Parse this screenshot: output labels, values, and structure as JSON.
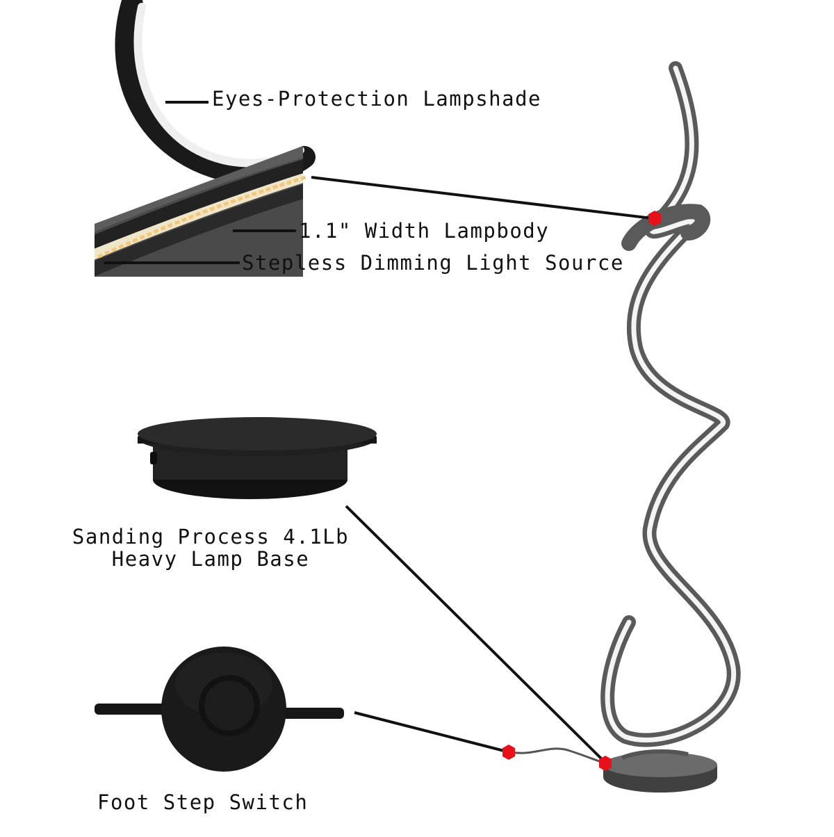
{
  "labels": {
    "lampshade": "Eyes-Protection Lampshade",
    "lampbody": "1.1\" Width Lampbody",
    "light_source": "Stepless Dimming Light Source",
    "base_line1": "Sanding Process 4.1Lb",
    "base_line2": "Heavy Lamp Base",
    "switch": "Foot Step Switch"
  },
  "colors": {
    "background": "#ffffff",
    "lamp_metal": "#5a5a5a",
    "led_glow": "#f4f4f4",
    "base_black": "#1c1c1c",
    "marker_red": "#e8101a",
    "led_chip": "#f3c77a"
  }
}
